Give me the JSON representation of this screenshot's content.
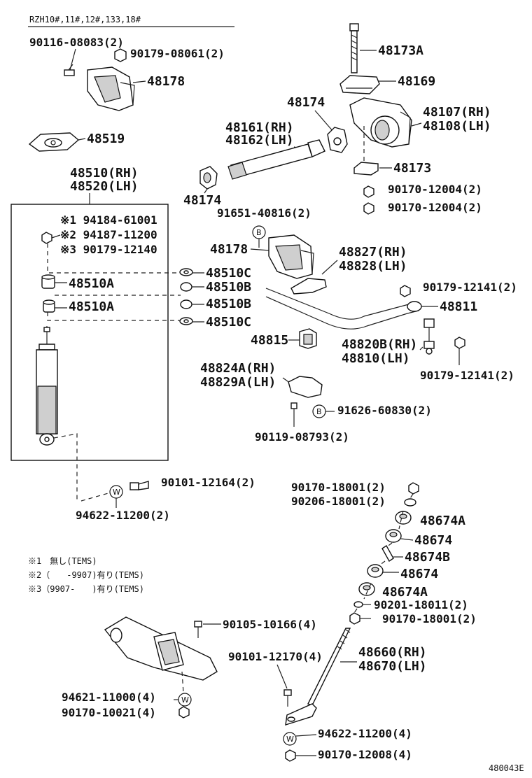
{
  "header": {
    "model": "RZH10#,11#,12#,133,18#"
  },
  "labels": {
    "p90116_08083": "90116-08083(2)",
    "p90179_08061": "90179-08061(2)",
    "p48178_top": "48178",
    "p48519": "48519",
    "p48510_rh": "48510(RH)",
    "p48520_lh": "48520(LH)",
    "p48173a": "48173A",
    "p48169": "48169",
    "p48174_top": "48174",
    "p48107_rh": "48107(RH)",
    "p48108_lh": "48108(LH)",
    "p48161_rh": "48161(RH)",
    "p48162_lh": "48162(LH)",
    "p48173": "48173",
    "p48174_bot": "48174",
    "p90170_12004_a": "90170-12004(2)",
    "p90170_12004_b": "90170-12004(2)",
    "p91651_40816": "91651-40816(2)",
    "box_n1": "※1 94184-61001",
    "box_n2": "※2 94187-11200",
    "box_n3": "※3 90179-12140",
    "p48510a_1": "48510A",
    "p48510a_2": "48510A",
    "p48510c_1": "48510C",
    "p48510b_1": "48510B",
    "p48510b_2": "48510B",
    "p48510c_2": "48510C",
    "p48178_mid": "48178",
    "p48827_rh": "48827(RH)",
    "p48828_lh": "48828(LH)",
    "p90179_12141_a": "90179-12141(2)",
    "p48811": "48811",
    "p48815": "48815",
    "p48820b_rh": "48820B(RH)",
    "p48810_lh": "48810(LH)",
    "p90179_12141_b": "90179-12141(2)",
    "p48824a_rh": "48824A(RH)",
    "p48829a_lh": "48829A(LH)",
    "p91626_60830": "91626-60830(2)",
    "p90119_08793": "90119-08793(2)",
    "p90101_12164": "90101-12164(2)",
    "p94622_11200_a": "94622-11200(2)",
    "p90170_18001_a": "90170-18001(2)",
    "p90206_18001": "90206-18001(2)",
    "p48674a_1": "48674A",
    "p48674_1": "48674",
    "p48674b": "48674B",
    "p48674_2": "48674",
    "p48674a_2": "48674A",
    "p90201_18011": "90201-18011(2)",
    "p90170_18001_b": "90170-18001(2)",
    "p90105_10166": "90105-10166(4)",
    "p90101_12170": "90101-12170(4)",
    "p48660_rh": "48660(RH)",
    "p48670_lh": "48670(LH)",
    "p94621_11000": "94621-11000(4)",
    "p90170_10021": "90170-10021(4)",
    "p94622_11200_b": "94622-11200(4)",
    "p90170_12008": "90170-12008(4)"
  },
  "circle_marks": {
    "b": "B",
    "w": "W"
  },
  "notes": {
    "n1": "※1　無し(TEMS)",
    "n2": "※2（　　-9907)有り(TEMS)",
    "n3": "※3（9907-　　)有り(TEMS)"
  },
  "footer": {
    "code": "480043E"
  }
}
